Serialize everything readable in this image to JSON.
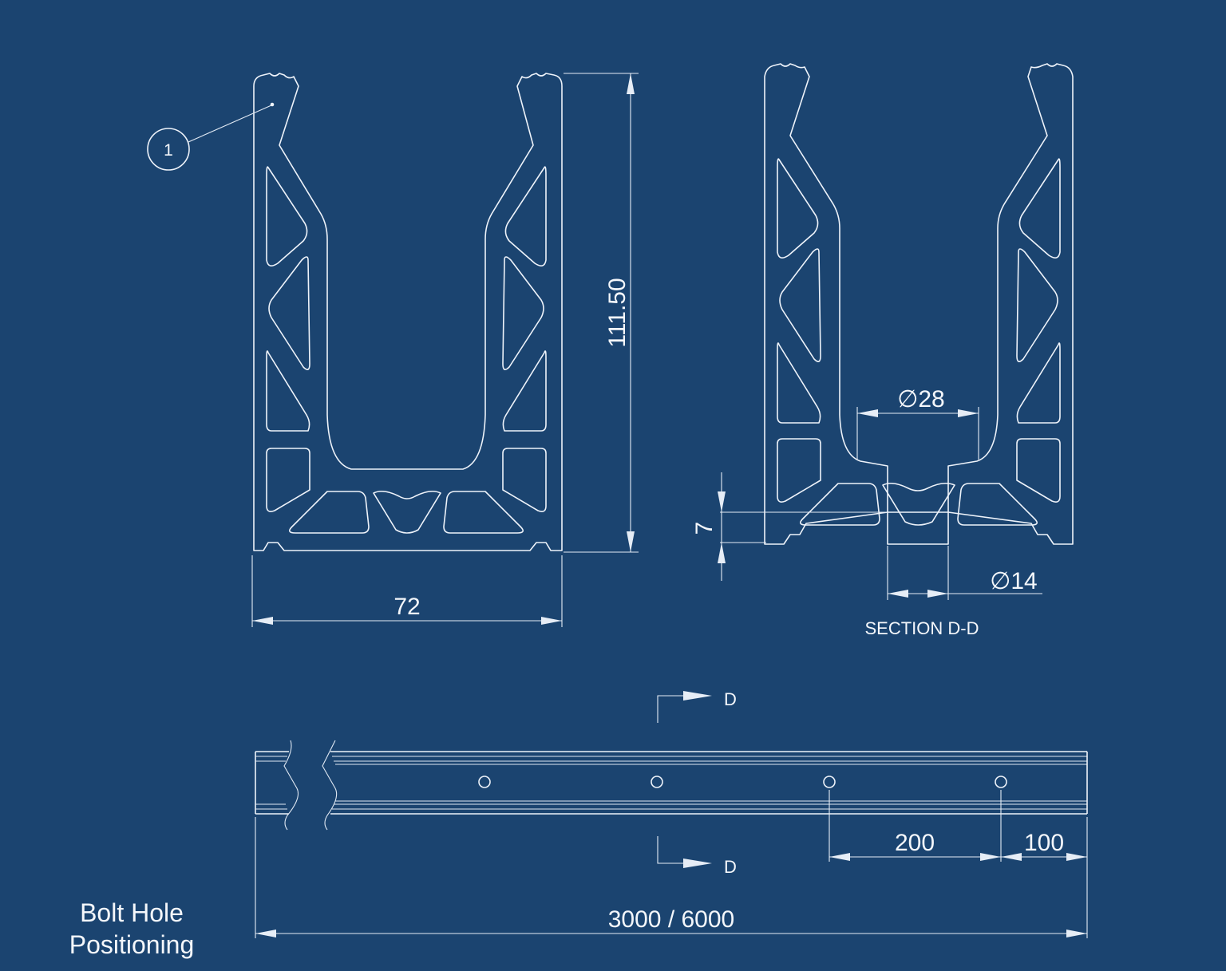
{
  "colors": {
    "background": "#1b4470",
    "lines": "#eef3fa"
  },
  "front_view": {
    "callout_number": "1",
    "height_dim": "111.50",
    "width_dim": "72"
  },
  "section_view": {
    "dia_top": "28",
    "dia_bottom": "14",
    "thickness_dim": "7",
    "title": "SECTION D-D",
    "diameter_symbol": "∅"
  },
  "long_view": {
    "section_marker_top": "D",
    "section_marker_bottom": "D",
    "hole_spacing": "200",
    "end_offset": "100",
    "length": "3000 / 6000"
  },
  "caption": {
    "line1": "Bolt Hole",
    "line2": "Positioning"
  }
}
